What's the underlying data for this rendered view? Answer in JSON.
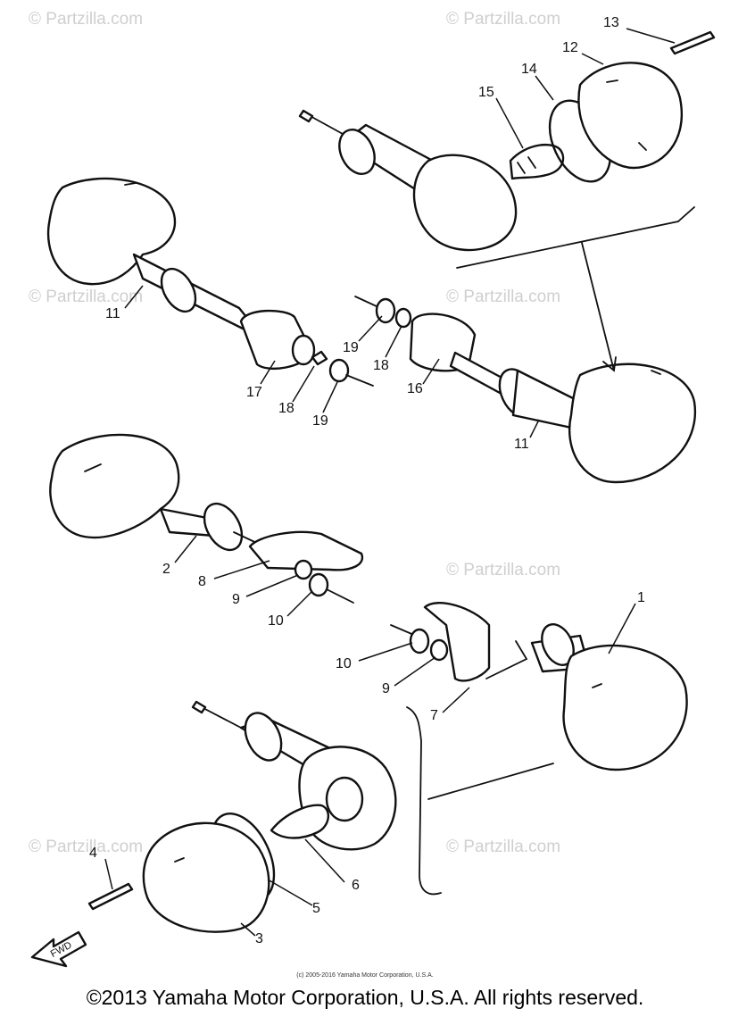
{
  "watermark": "© Partzilla.com",
  "callouts": {
    "p1": "1",
    "p2": "2",
    "p3": "3",
    "p4": "4",
    "p5": "5",
    "p6": "6",
    "p7": "7",
    "p8": "8",
    "p9a": "9",
    "p9b": "9",
    "p10a": "10",
    "p10b": "10",
    "p11a": "11",
    "p11b": "11",
    "p12": "12",
    "p13": "13",
    "p14": "14",
    "p15": "15",
    "p16": "16",
    "p17": "17",
    "p18a": "18",
    "p18b": "18",
    "p19a": "19",
    "p19b": "19"
  },
  "fwd_label": "FWD",
  "small_copyright": "(c) 2005-2016 Yamaha Motor Corporation, U.S.A.",
  "copyright": "©2013 Yamaha Motor Corporation, U.S.A. All rights reserved."
}
